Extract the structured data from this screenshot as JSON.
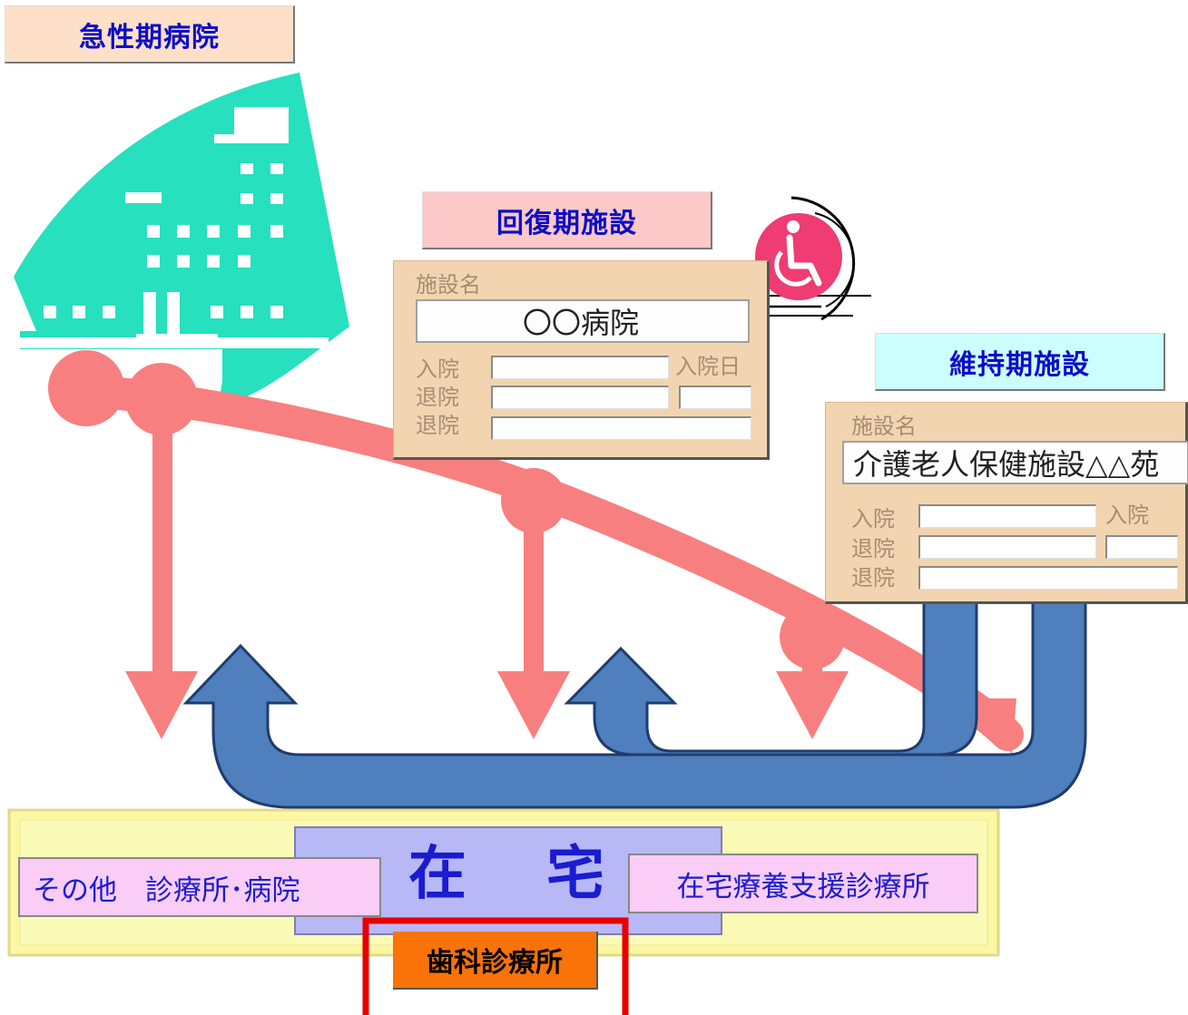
{
  "acute_label": "急性期病院",
  "recovery": {
    "label": "回復期施設",
    "form": {
      "name_label": "施設名",
      "name_value": "〇〇病院",
      "admit_label": "入院",
      "discharge_label_1": "退院",
      "discharge_label_2": "退院",
      "admit_date_label": "入院日"
    }
  },
  "maintenance": {
    "label": "維持期施設",
    "form": {
      "name_label": "施設名",
      "name_value": "介護老人保健施設△△苑",
      "admit_label": "入院",
      "discharge_label_1": "退院",
      "discharge_label_2": "退院",
      "admit_date_label": "入院"
    }
  },
  "home": {
    "label_left_char": "在",
    "label_right_char": "宅",
    "other_clinic": "その他　診療所･病院",
    "home_support_clinic": "在宅療養支援診療所",
    "dental_clinic": "歯科診療所"
  },
  "colors": {
    "pink_flow": "#f87f7f",
    "blue_flow": "#4f7fbd",
    "hospital_teal": "#26e0be",
    "acute_bg": "#fde0c7",
    "recovery_bg": "#fcc8c8",
    "maintenance_bg": "#ccffff",
    "home_band": "#fbf7a3",
    "home_center": "#b7b8f5",
    "clinic_bg": "#f9cdf6",
    "dental_bg": "#f97309",
    "dental_frame": "#e60000"
  },
  "icons": {
    "hospital": "hospital-building-icon",
    "wheelchair": "wheelchair-icon"
  }
}
